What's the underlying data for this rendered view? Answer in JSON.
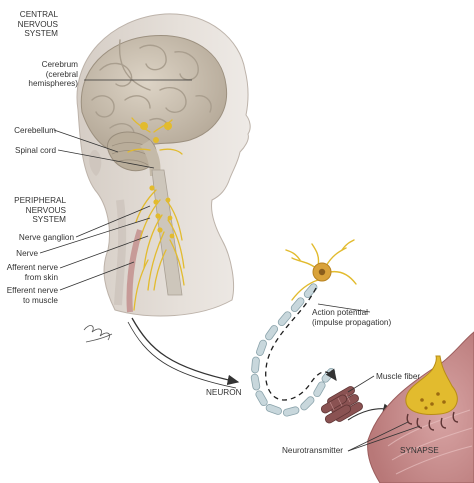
{
  "labels": {
    "cns": "CENTRAL\nNERVOUS\nSYSTEM",
    "cerebrum": "Cerebrum\n(cerebral\nhemispheres)",
    "cerebellum": "Cerebellum",
    "spinal_cord": "Spinal cord",
    "pns": "PERIPHERAL\nNERVOUS\nSYSTEM",
    "nerve_ganglion": "Nerve ganglion",
    "nerve": "Nerve",
    "afferent_nerve": "Afferent nerve\nfrom skin",
    "efferent_nerve": "Efferent nerve\nto muscle",
    "action_potential": "Action potential\n(impulse propagation)",
    "muscle_fiber": "Muscle fiber",
    "neuron": "NEURON",
    "neurotransmitter": "Neurotransmitter",
    "synapse": "SYNAPSE"
  },
  "colors": {
    "skin": "#e2dcd6",
    "skin_shade": "#c9c0b8",
    "brain": "#cfc5b6",
    "brain_fold": "#a99e8e",
    "cerebellum": "#b9ad9a",
    "spinal_cord": "#cdc6bb",
    "nerve": "#e2bb2e",
    "myelin": "#c8d7dc",
    "muscle": "#8a5252",
    "synapse_tissue": "#c98f8f",
    "label_text": "#333333",
    "leader_line": "#333333"
  }
}
